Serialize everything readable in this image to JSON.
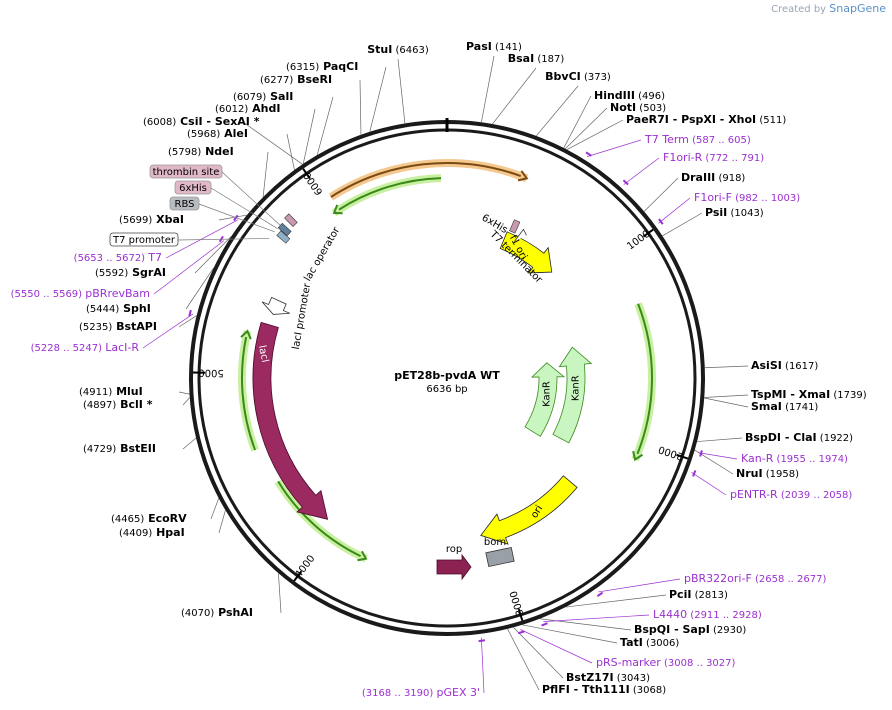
{
  "watermark": {
    "prefix": "Created by ",
    "brand": "SnapGene"
  },
  "plasmid": {
    "name": "pET28b-pvdA WT",
    "size_label": "6636 bp",
    "length": 6636
  },
  "colors": {
    "backbone": "#1a1a1a",
    "enzyme_text": "#000000",
    "primer": "#9b30d0",
    "lacI": "#8b2252",
    "lacI_fill": "#9a2a5f",
    "kanR_fill": "#c8f5c0",
    "ori_fill": "#ffff00",
    "f1ori_fill": "#ffff00",
    "bom_fill": "#9aa0a8",
    "rop_fill": "#8b2252",
    "orf_stroke": "#3a8a1a",
    "orf_halo": "#c8f0a0",
    "orange_halo": "#f5c890",
    "feature_tag_pink": "#e0b8c8",
    "feature_tag_gray": "#b8bcc0"
  },
  "ticks": [
    {
      "label": "1000"
    },
    {
      "label": "2000"
    },
    {
      "label": "3000"
    },
    {
      "label": "4000"
    },
    {
      "label": "5000"
    },
    {
      "label": "6000"
    }
  ],
  "enzymes": [
    {
      "name": "StuI",
      "pos": "(6463)"
    },
    {
      "name": "PasI",
      "pos": "(141)"
    },
    {
      "name": "BsaI",
      "pos": "(187)"
    },
    {
      "name": "PaqCI",
      "pos": "(6315)"
    },
    {
      "name": "BseRI",
      "pos": "(6277)"
    },
    {
      "name": "BbvCI",
      "pos": "(373)"
    },
    {
      "name": "SalI",
      "pos": "(6079)"
    },
    {
      "name": "HindIII",
      "pos": "(496)"
    },
    {
      "name": "AhdI",
      "pos": "(6012)"
    },
    {
      "name": "NotI",
      "pos": "(503)"
    },
    {
      "name": "CsiI",
      "pos": "(6008)",
      "extra": "- SexAI *"
    },
    {
      "name": "PaeR7I",
      "pos": "(511)",
      "extra": "- PspXI - XhoI"
    },
    {
      "name": "AleI",
      "pos": "(5968)"
    },
    {
      "name": "NdeI",
      "pos": "(5798)"
    },
    {
      "name": "DraIII",
      "pos": "(918)"
    },
    {
      "name": "PsiI",
      "pos": "(1043)"
    },
    {
      "name": "XbaI",
      "pos": "(5699)"
    },
    {
      "name": "SgrAI",
      "pos": "(5592)"
    },
    {
      "name": "SphI",
      "pos": "(5444)"
    },
    {
      "name": "BstAPI",
      "pos": "(5235)"
    },
    {
      "name": "AsiSI",
      "pos": "(1617)"
    },
    {
      "name": "TspMI",
      "pos": "(1739)",
      "extra": "- XmaI"
    },
    {
      "name": "SmaI",
      "pos": "(1741)"
    },
    {
      "name": "MluI",
      "pos": "(4911)"
    },
    {
      "name": "BclI *",
      "pos": "(4897)"
    },
    {
      "name": "BspDI",
      "pos": "(1922)",
      "extra": "- ClaI"
    },
    {
      "name": "NruI",
      "pos": "(1958)"
    },
    {
      "name": "BstEII",
      "pos": "(4729)"
    },
    {
      "name": "EcoRV",
      "pos": "(4465)"
    },
    {
      "name": "HpaI",
      "pos": "(4409)"
    },
    {
      "name": "PciI",
      "pos": "(2813)"
    },
    {
      "name": "BspQI",
      "pos": "(2930)",
      "extra": "- SapI"
    },
    {
      "name": "TatI",
      "pos": "(3006)"
    },
    {
      "name": "PshAI",
      "pos": "(4070)"
    },
    {
      "name": "BstZ17I",
      "pos": "(3043)"
    },
    {
      "name": "PflFI",
      "pos": "(3068)",
      "extra": "- Tth111I"
    }
  ],
  "primers": [
    {
      "name": "T7 Term",
      "range": "(587 .. 605)"
    },
    {
      "name": "F1ori-R",
      "range": "(772 .. 791)"
    },
    {
      "name": "F1ori-F",
      "range": "(982 .. 1003)"
    },
    {
      "name": "T7",
      "range": "(5653 .. 5672)"
    },
    {
      "name": "pBRrevBam",
      "range": "(5550 .. 5569)"
    },
    {
      "name": "LacI-R",
      "range": "(5228 .. 5247)"
    },
    {
      "name": "Kan-R",
      "range": "(1955 .. 1974)"
    },
    {
      "name": "pENTR-R",
      "range": "(2039 .. 2058)"
    },
    {
      "name": "pBR322ori-F",
      "range": "(2658 .. 2677)"
    },
    {
      "name": "L4440",
      "range": "(2911 .. 2928)"
    },
    {
      "name": "pRS-marker",
      "range": "(3008 .. 3027)"
    },
    {
      "name": "pGEX 3'",
      "range": "(3168 .. 3190)"
    }
  ],
  "feature_tags": [
    {
      "name": "thrombin site",
      "style": "pink"
    },
    {
      "name": "6xHis",
      "style": "pink"
    },
    {
      "name": "RBS",
      "style": "gray"
    },
    {
      "name": "T7 promoter",
      "style": "outline"
    }
  ],
  "features": {
    "f1_ori": "f1 ori",
    "kanR": "KanR",
    "kanR2": "KanR",
    "ori": "ori",
    "lacI": "lacI",
    "lacI_promoter": "lacI promoter",
    "lac_operator": "lac operator",
    "rop": "rop",
    "bom": "bom",
    "his_label": "6xHis",
    "t7_terminator": "T7 terminator"
  }
}
